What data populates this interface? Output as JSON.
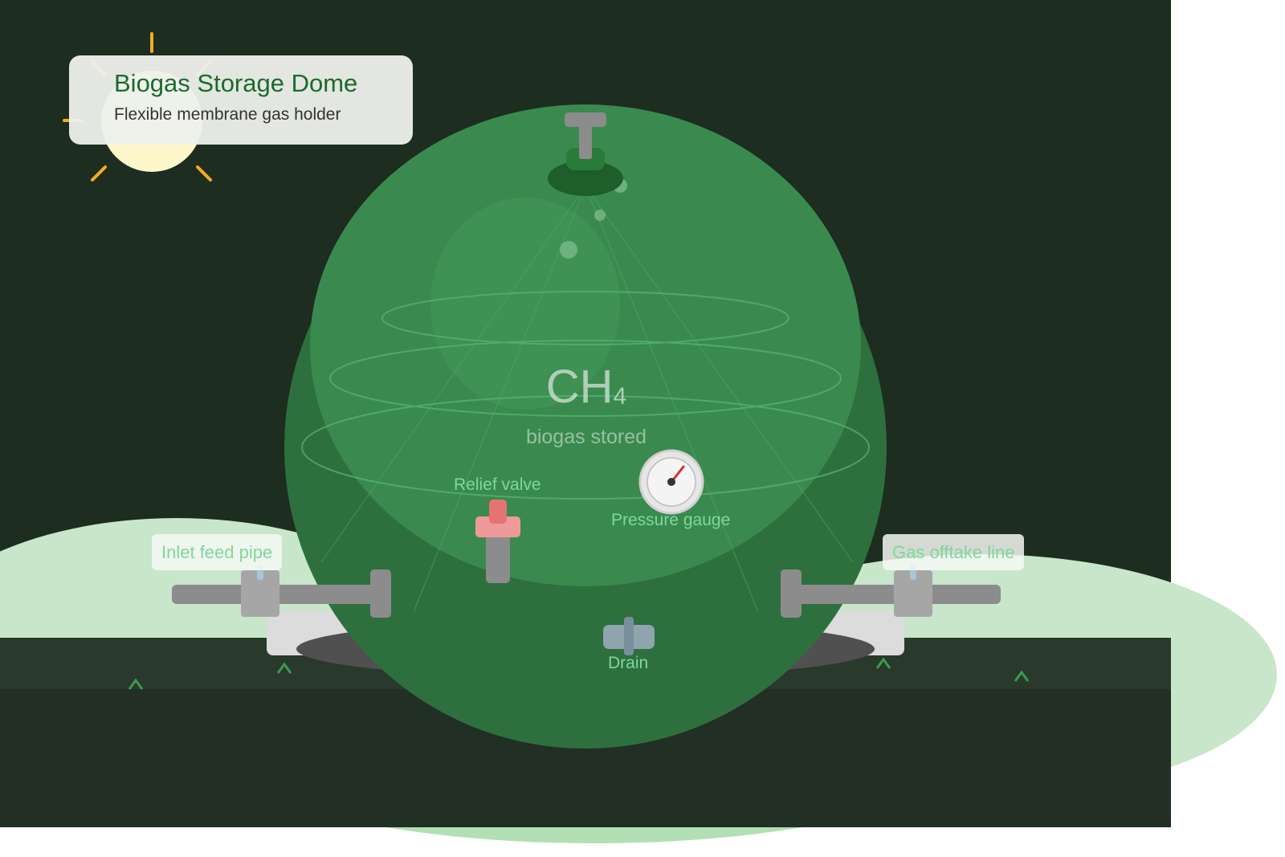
{
  "title": "Biogas Storage Dome",
  "subtitle": "Flexible membrane gas holder",
  "dome": {
    "formula_main": "CH",
    "formula_sub": "4",
    "caption": "biogas stored"
  },
  "labels": {
    "relief_valve": "Relief valve",
    "pressure_gauge": "Pressure gauge",
    "drain": "Drain",
    "inlet": "Inlet feed pipe",
    "offtake": "Gas offtake line"
  },
  "colors": {
    "background": "#1d2d1f",
    "dome": "#3a8a4f",
    "dome_lower": "#2e6f3e",
    "hill": "#c8e6c9",
    "ground": "#222f24",
    "sun": "#f9a825",
    "relief_valve": "#e57373",
    "label_text": "#7fd89a"
  }
}
